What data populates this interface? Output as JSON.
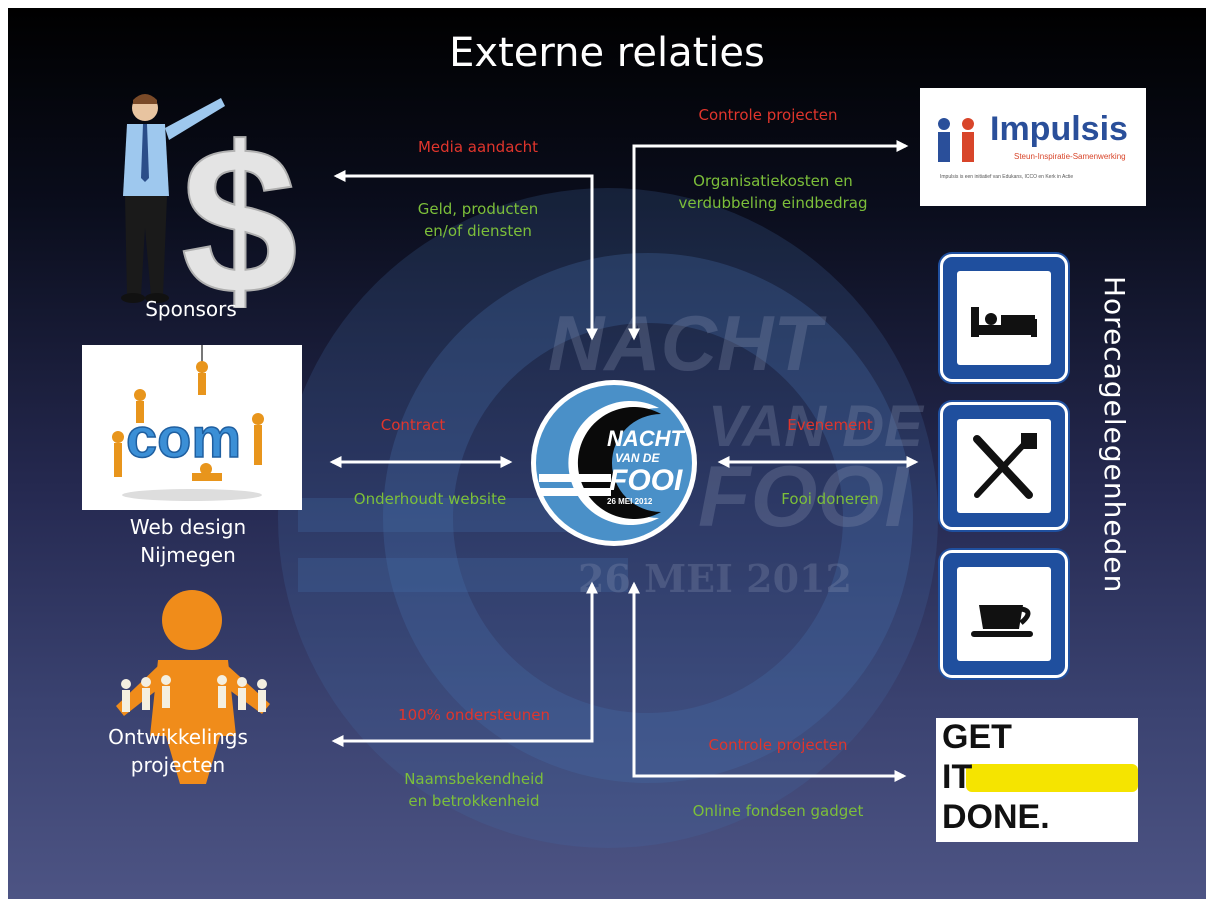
{
  "slide": {
    "title": "Externe relaties"
  },
  "watermark": {
    "line1": "NACHT",
    "line2": "VAN DE",
    "line3": "FOOI",
    "date": "26 MEI 2012"
  },
  "center_logo": {
    "line1": "NACHT",
    "line2": "VAN DE",
    "line3": "FOOI",
    "date": "26 MEI 2012"
  },
  "entities": {
    "sponsors": "Sponsors",
    "webdesign_line1": "Web design",
    "webdesign_line2": "Nijmegen",
    "projects_line1": "Ontwikkelings",
    "projects_line2": "projecten",
    "horeca": "Horecagelegenheden",
    "impulsis_name": "Impulsis",
    "impulsis_tagline": "Steun-Inspiratie-Samenwerking",
    "impulsis_footer": "Impulsis is een initiatief van Edukans, ICCO en Kerk in Actie",
    "com_text": "com",
    "gid_line1": "GET",
    "gid_line2": "IT",
    "gid_line3": "DONE."
  },
  "relations": {
    "sponsors_red": "Media aandacht",
    "sponsors_green_1": "Geld, producten",
    "sponsors_green_2": "en/of diensten",
    "impulsis_red": "Controle projecten",
    "impulsis_green_1": "Organisatiekosten en",
    "impulsis_green_2": "verdubbeling eindbedrag",
    "web_red": "Contract",
    "web_green": "Onderhoudt website",
    "horeca_red": "Evenement",
    "horeca_green": "Fooi doneren",
    "projects_red": "100% ondersteunen",
    "projects_green_1": "Naamsbekendheid",
    "projects_green_2": "en betrokkenheid",
    "gid_red": "Controle projecten",
    "gid_green": "Online fondsen gadget"
  },
  "colors": {
    "red_label": "#e0352c",
    "green_label": "#7cbf3a",
    "sign_blue": "#1f4f9e",
    "logo_blue": "#4a90c8",
    "gid_yellow": "#f5e400"
  },
  "icons": [
    "dollar-icon",
    "businessman-icon",
    "bed-icon",
    "knife-fork-icon",
    "coffee-cup-icon",
    "impulsis-people-icon",
    "orange-figure-icon",
    "paper-chain-icon"
  ]
}
